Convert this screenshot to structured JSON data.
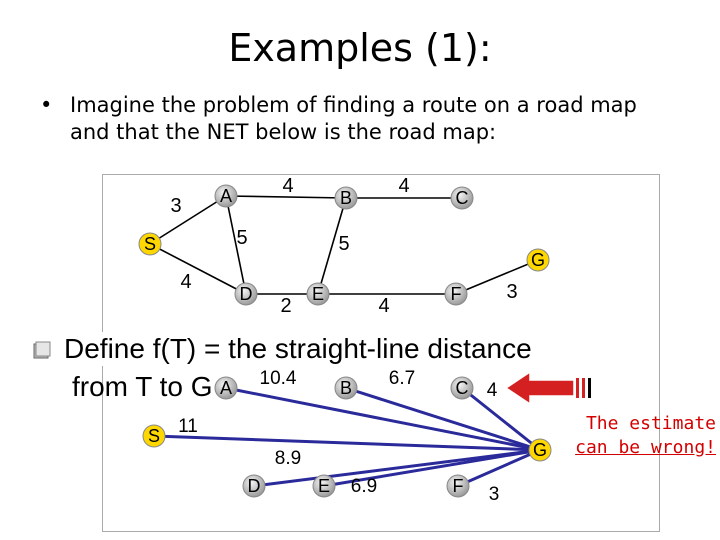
{
  "slide": {
    "title": "Examples (1):",
    "bullet_symbol": "•",
    "bullet_text": "Imagine the problem of finding a route on a road map and that the NET below is the road map:",
    "define_line1": "Define f(T) = the straight-line distance",
    "define_line2": "from T to G",
    "annotation_line1": "The estimate",
    "annotation_line2": "can be wrong!"
  },
  "road_map": {
    "nodes": [
      {
        "id": "A",
        "label": "A"
      },
      {
        "id": "B",
        "label": "B"
      },
      {
        "id": "C",
        "label": "C"
      },
      {
        "id": "S",
        "label": "S"
      },
      {
        "id": "G",
        "label": "G"
      },
      {
        "id": "D",
        "label": "D"
      },
      {
        "id": "E",
        "label": "E"
      },
      {
        "id": "F",
        "label": "F"
      }
    ],
    "edges": [
      {
        "from": "S",
        "to": "A",
        "weight": "3"
      },
      {
        "from": "A",
        "to": "B",
        "weight": "4"
      },
      {
        "from": "B",
        "to": "C",
        "weight": "4"
      },
      {
        "from": "A",
        "to": "D",
        "weight": "5"
      },
      {
        "from": "S",
        "to": "D",
        "weight": "4"
      },
      {
        "from": "B",
        "to": "E",
        "weight": "5"
      },
      {
        "from": "D",
        "to": "E",
        "weight": "2"
      },
      {
        "from": "E",
        "to": "F",
        "weight": "4"
      },
      {
        "from": "F",
        "to": "G",
        "weight": "3"
      }
    ]
  },
  "heuristic": {
    "target": "G",
    "distances": [
      {
        "node": "A",
        "value": "10.4"
      },
      {
        "node": "B",
        "value": "6.7"
      },
      {
        "node": "C",
        "value": "4"
      },
      {
        "node": "S",
        "value": "11"
      },
      {
        "node": "D",
        "value": "8.9"
      },
      {
        "node": "E",
        "value": "6.9"
      },
      {
        "node": "F",
        "value": "3"
      }
    ]
  },
  "colors": {
    "node_fill": "#c8c8c8",
    "node_highlight": "#ffd700",
    "edge_map": "#000000",
    "edge_heuristic": "#2a2a9a",
    "arrow_fill": "#d42020",
    "annotation": "#d40000"
  }
}
